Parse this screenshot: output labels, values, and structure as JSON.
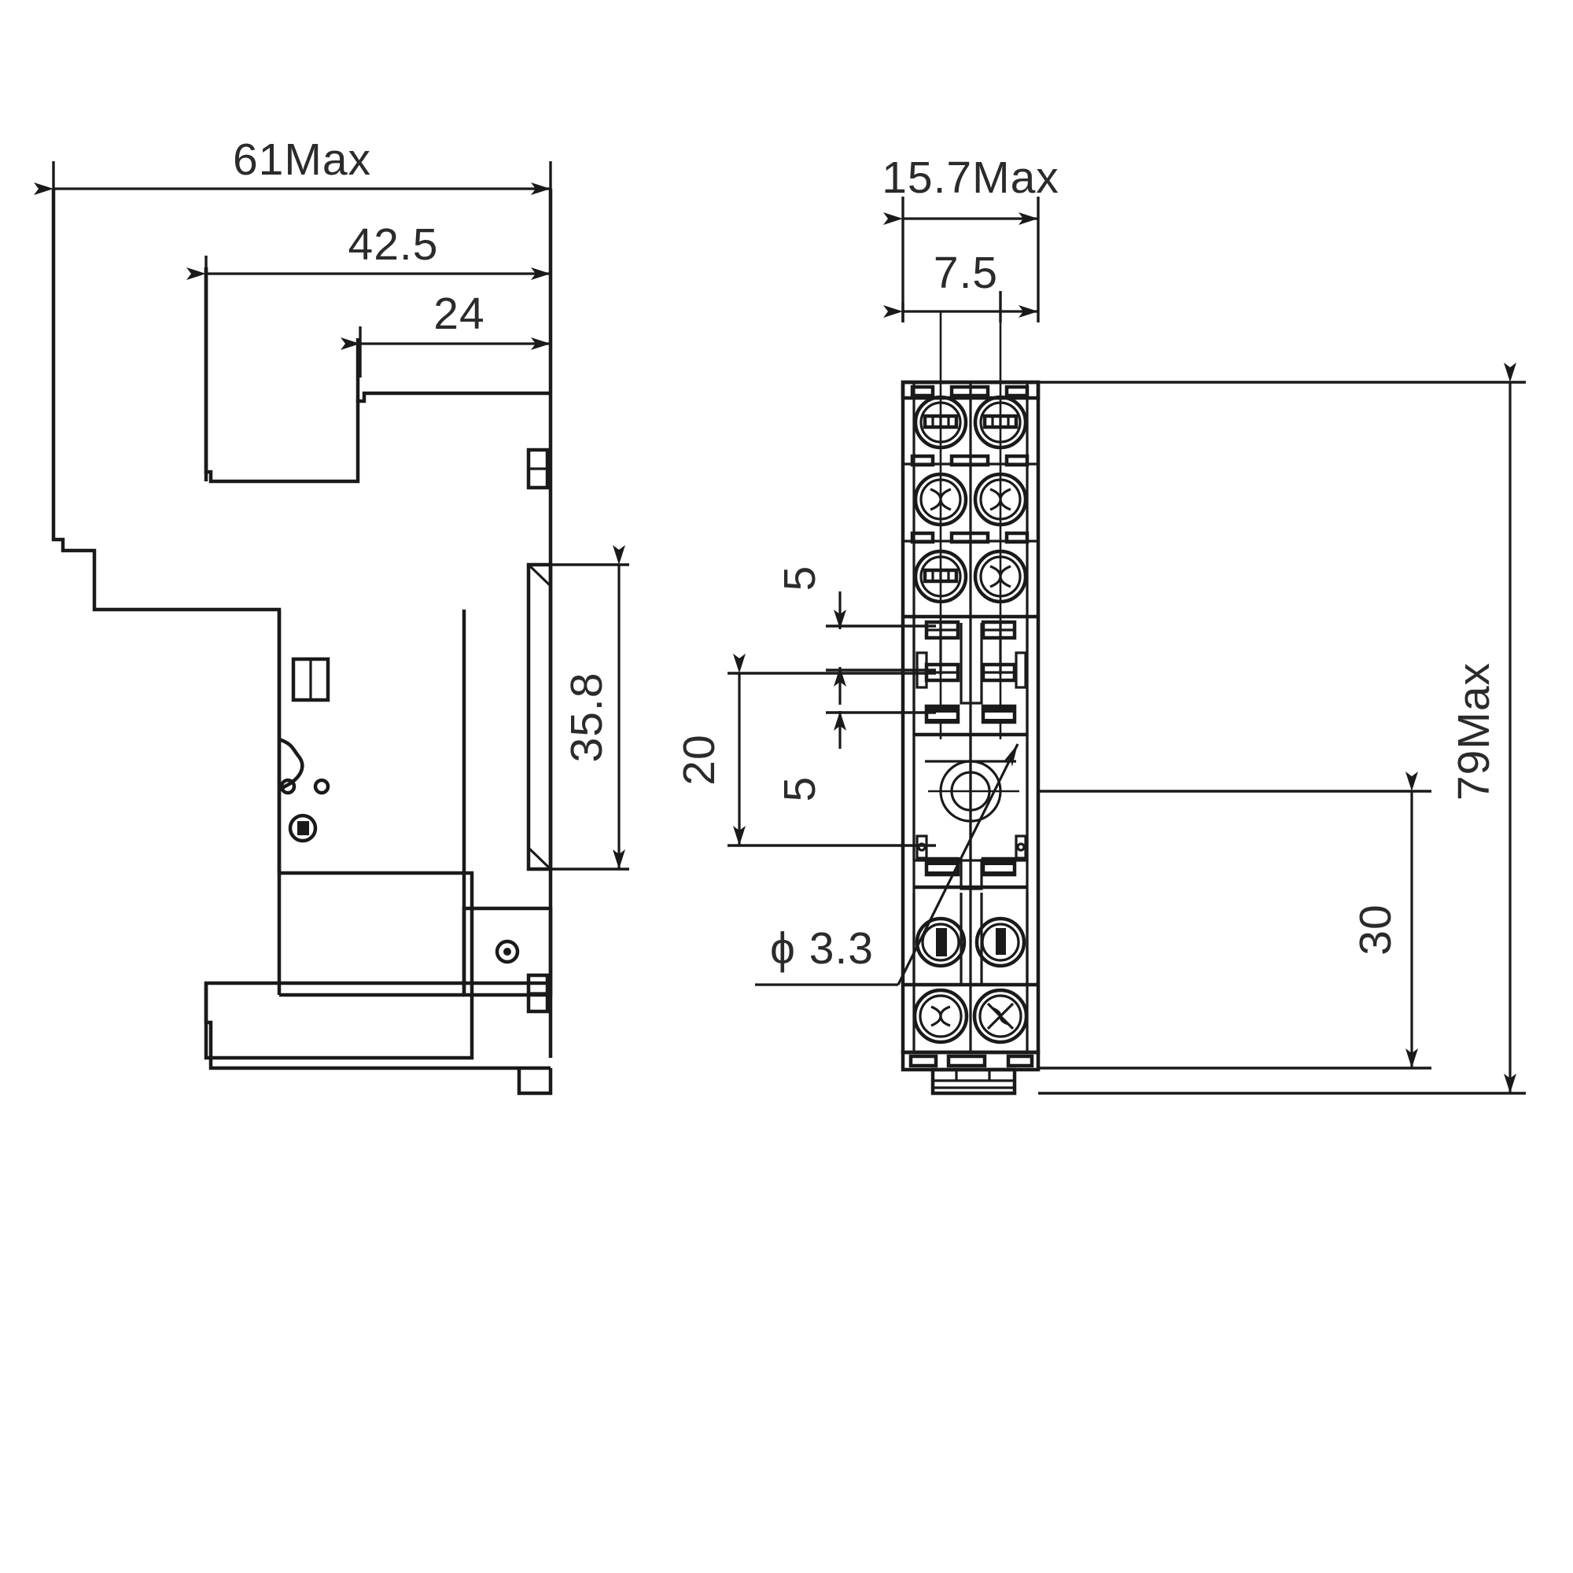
{
  "title": "Relay Socket Dimensional Drawing",
  "drawing": {
    "units": "mm",
    "views": [
      {
        "name": "side-view",
        "position": "left"
      },
      {
        "name": "front-view",
        "position": "right"
      }
    ]
  },
  "dimensions": {
    "side_view": [
      {
        "id": "d-61max",
        "label": "61Max",
        "orientation": "horizontal",
        "value": 61,
        "suffix": "Max"
      },
      {
        "id": "d-42_5",
        "label": "42.5",
        "orientation": "horizontal",
        "value": 42.5,
        "suffix": ""
      },
      {
        "id": "d-24",
        "label": "24",
        "orientation": "horizontal",
        "value": 24,
        "suffix": ""
      },
      {
        "id": "d-35_8",
        "label": "35.8",
        "orientation": "vertical",
        "value": 35.8,
        "suffix": ""
      }
    ],
    "front_view": [
      {
        "id": "d-15_7max",
        "label": "15.7Max",
        "orientation": "horizontal",
        "value": 15.7,
        "suffix": "Max"
      },
      {
        "id": "d-7_5",
        "label": "7.5",
        "orientation": "horizontal",
        "value": 7.5,
        "suffix": ""
      },
      {
        "id": "d-5-upper",
        "label": "5",
        "orientation": "vertical",
        "value": 5,
        "suffix": ""
      },
      {
        "id": "d-5-lower",
        "label": "5",
        "orientation": "vertical",
        "value": 5,
        "suffix": ""
      },
      {
        "id": "d-20",
        "label": "20",
        "orientation": "vertical",
        "value": 20,
        "suffix": ""
      },
      {
        "id": "d-79max",
        "label": "79Max",
        "orientation": "vertical",
        "value": 79,
        "suffix": "Max"
      },
      {
        "id": "d-30",
        "label": "30",
        "orientation": "vertical",
        "value": 30,
        "suffix": ""
      },
      {
        "id": "d-phi3_3",
        "label": "ϕ 3.3",
        "orientation": "leader",
        "value": 3.3,
        "suffix": ""
      }
    ]
  },
  "labels": {
    "l_61max": "61Max",
    "l_42_5": "42.5",
    "l_24": "24",
    "l_35_8": "35.8",
    "l_15_7max": "15.7Max",
    "l_7_5": "7.5",
    "l_5_upper": "5",
    "l_5_lower": "5",
    "l_20": "20",
    "l_79max": "79Max",
    "l_30": "30",
    "l_phi3_3": "ϕ 3.3"
  },
  "colors": {
    "line": "#1a1a1a",
    "text": "#2b2b2b",
    "background": "#ffffff"
  },
  "features": {
    "side_view": {
      "rail_clip_slot_upper": "rectangular-slot",
      "rail_clip_slot_lower": "rectangular-slot",
      "mount_holes": 2,
      "screw_slot": 1,
      "base_screw": 1,
      "notch": "din-rail-notch"
    },
    "front_view": {
      "terminal_screw_rows_top": 3,
      "terminal_screws_per_row": 2,
      "terminal_screw_rows_bottom": 2,
      "center_hole": "phi3.3-mounting-hole",
      "contact_slots_rows": 4,
      "din_rail_foot": "bottom-foot"
    }
  }
}
